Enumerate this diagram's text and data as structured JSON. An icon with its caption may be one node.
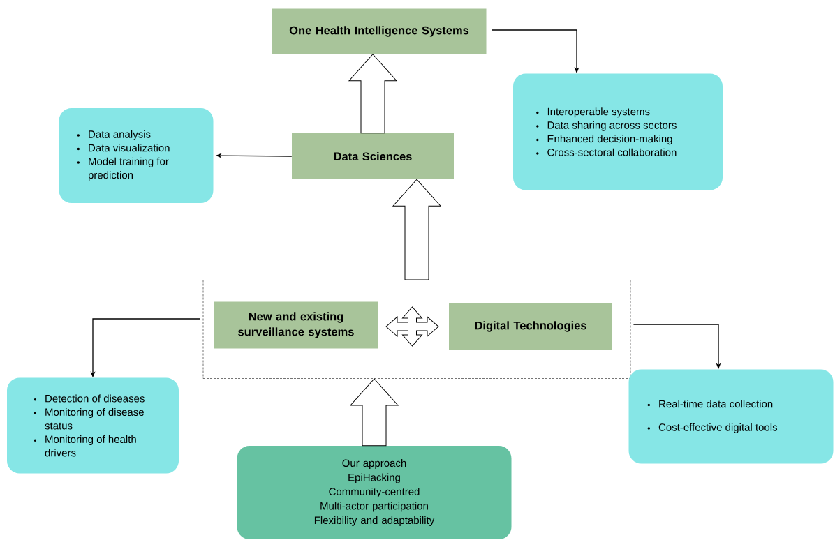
{
  "diagram": {
    "nodes": [
      {
        "text": [
          "One Health Intelligence Systems"
        ]
      },
      {
        "text": [
          "Interoperable systems",
          "Data sharing across sectors",
          "Enhanced decision-making",
          "Cross-sectoral collaboration"
        ]
      },
      {
        "text": [
          "Data analysis",
          "Data visualization",
          "Model training for prediction"
        ]
      },
      {
        "text": [
          "Data Sciences"
        ]
      },
      {
        "text": [],
        "shape": "box"
      },
      {
        "text": [
          "New and existing surveillance systems"
        ],
        "in": 4
      },
      {
        "text": [
          "Digital Technologies"
        ],
        "in": 4
      },
      {
        "text": [
          "Detection of diseases",
          "Monitoring of disease status",
          "Monitoring of health drivers"
        ]
      },
      {
        "text": [
          "Real-time data collection",
          "Cost-effective digital tools"
        ]
      },
      {
        "text": [
          "Our approach",
          "EpiHacking",
          "Community-centred",
          "Multi-actor participation",
          "Flexibility and adaptability"
        ]
      }
    ],
    "edges": [
      {
        "from": 3,
        "to": 0,
        "arrow": "to",
        "style": "thick"
      },
      {
        "from": 0,
        "to": 1,
        "arrow": "to"
      },
      {
        "from": 3,
        "to": 2,
        "arrow": "to"
      },
      {
        "from": 4,
        "to": 3,
        "arrow": "to",
        "style": "thick"
      },
      {
        "from": 5,
        "to": 6,
        "arrow": "both",
        "style": "thick"
      },
      {
        "from": 4,
        "to": 7,
        "arrow": "to"
      },
      {
        "from": 4,
        "to": 8,
        "arrow": "to"
      },
      {
        "from": 9,
        "to": 4,
        "arrow": "to",
        "style": "thick"
      }
    ]
  }
}
